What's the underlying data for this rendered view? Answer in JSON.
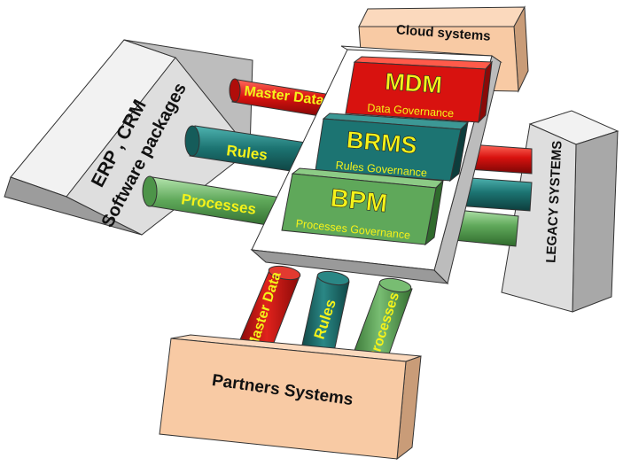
{
  "systems": {
    "cloud": "Cloud systems",
    "erp_line1": "ERP , CRM",
    "erp_line2": "Software packages",
    "legacy": "LEGACY SYSTEMS",
    "partners": "Partners Systems"
  },
  "hub": {
    "mdm": {
      "title": "MDM",
      "subtitle": "Data Governance"
    },
    "brms": {
      "title": "BRMS",
      "subtitle": "Rules Governance"
    },
    "bpm": {
      "title": "BPM",
      "subtitle": "Processes Governance"
    }
  },
  "pipes": {
    "master_data": "Master Data",
    "rules": "Rules",
    "processes": "Processes"
  },
  "colors": {
    "master_data": "#d8120f",
    "rules": "#1c7472",
    "processes": "#5fa85a",
    "peach_box": "#f8caa4",
    "grey_box": "#dedede",
    "label_yellow": "#f4f21a"
  }
}
